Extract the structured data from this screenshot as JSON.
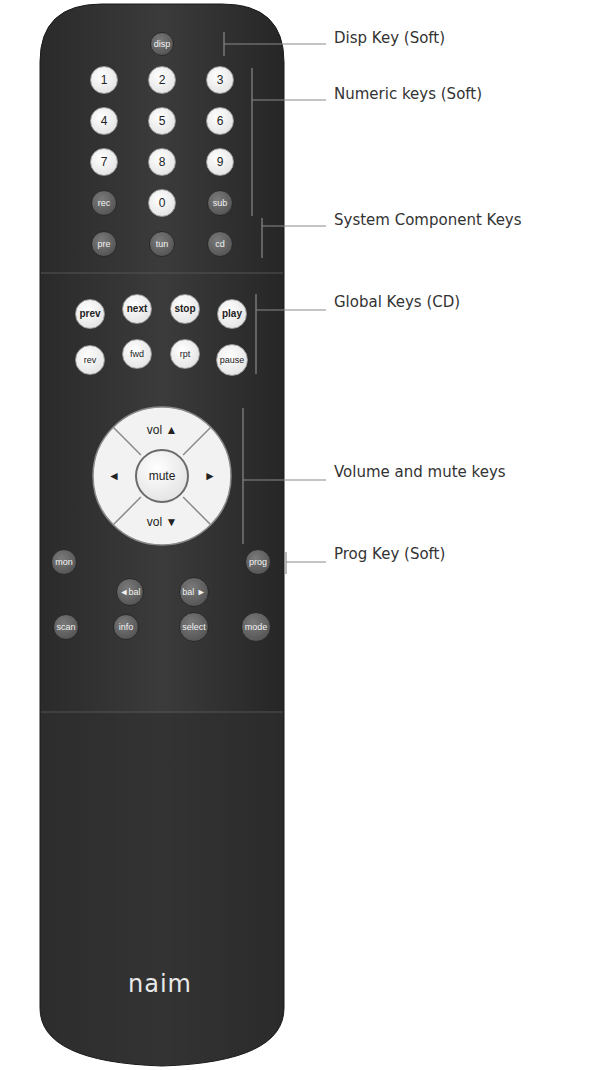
{
  "diagram": {
    "nodes": [
      {
        "text": [
          "naim"
        ]
      },
      {
        "text": [
          "disp"
        ],
        "in": 0
      },
      {
        "text": [
          "1"
        ],
        "in": 0
      },
      {
        "text": [
          "2"
        ],
        "in": 0
      },
      {
        "text": [
          "3"
        ],
        "in": 0
      },
      {
        "text": [
          "4"
        ],
        "in": 0
      },
      {
        "text": [
          "5"
        ],
        "in": 0
      },
      {
        "text": [
          "6"
        ],
        "in": 0
      },
      {
        "text": [
          "7"
        ],
        "in": 0
      },
      {
        "text": [
          "8"
        ],
        "in": 0
      },
      {
        "text": [
          "9"
        ],
        "in": 0
      },
      {
        "text": [
          "rec"
        ],
        "in": 0
      },
      {
        "text": [
          "0"
        ],
        "in": 0
      },
      {
        "text": [
          "sub"
        ],
        "in": 0
      },
      {
        "text": [
          "pre"
        ],
        "in": 0
      },
      {
        "text": [
          "tun"
        ],
        "in": 0
      },
      {
        "text": [
          "cd"
        ],
        "in": 0
      },
      {
        "text": [
          "prev"
        ],
        "in": 0
      },
      {
        "text": [
          "next"
        ],
        "in": 0
      },
      {
        "text": [
          "stop"
        ],
        "in": 0
      },
      {
        "text": [
          "play"
        ],
        "in": 0
      },
      {
        "text": [
          "rev"
        ],
        "in": 0
      },
      {
        "text": [
          "fwd"
        ],
        "in": 0
      },
      {
        "text": [
          "rpt"
        ],
        "in": 0
      },
      {
        "text": [
          "pause"
        ],
        "in": 0
      },
      {
        "text": [
          "vol ▲",
          "◄",
          "►",
          "vol ▼"
        ],
        "in": 0
      },
      {
        "text": [
          "mute"
        ],
        "in": 25
      },
      {
        "text": [
          "mon"
        ],
        "in": 0
      },
      {
        "text": [
          "prog"
        ],
        "in": 0
      },
      {
        "text": [
          "◄bal"
        ],
        "in": 0
      },
      {
        "text": [
          "bal ►"
        ],
        "in": 0
      },
      {
        "text": [
          "scan"
        ],
        "in": 0
      },
      {
        "text": [
          "info"
        ],
        "in": 0
      },
      {
        "text": [
          "select"
        ],
        "in": 0
      },
      {
        "text": [
          "mode"
        ],
        "in": 0
      }
    ],
    "labels": [
      "Disp Key (Soft)",
      "Numeric keys (Soft)",
      "System Component Keys",
      "Global Keys (CD)",
      "Volume and mute keys",
      "Prog Key (Soft)"
    ]
  }
}
